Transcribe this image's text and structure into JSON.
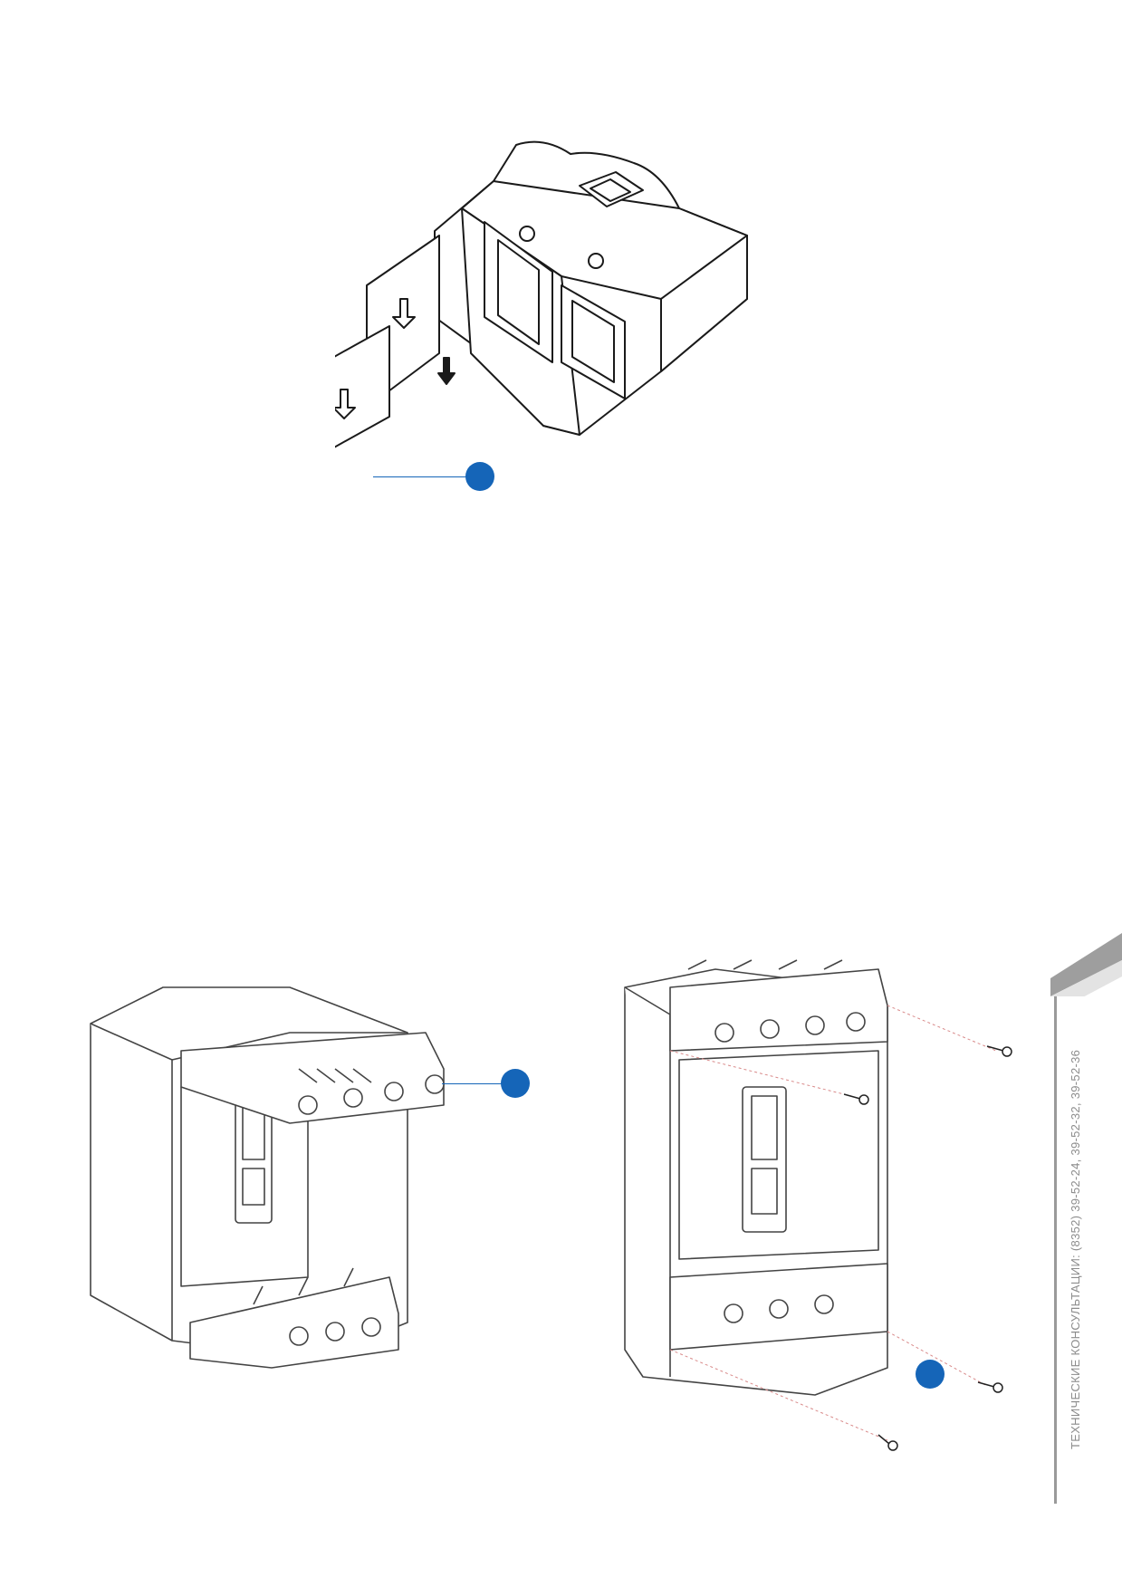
{
  "sidebar": {
    "contact_text": "ТЕХНИЧЕСКИЕ КОНСУЛЬТАЦИИ: (8352) 39-52-24, 39-52-32, 39-52-36"
  },
  "colors": {
    "callout": "#1565b8",
    "tab_dark": "#9e9e9e",
    "tab_light": "#e3e3e3",
    "line": "#1a1a1a",
    "screw_guide": "#d98a8a"
  },
  "figures": [
    {
      "id": "breaker-top-terminal-covers",
      "callout_count": 1
    },
    {
      "id": "breaker-front-cover-install",
      "callout_count": 1
    },
    {
      "id": "breaker-cover-screws",
      "callout_count": 1
    }
  ]
}
